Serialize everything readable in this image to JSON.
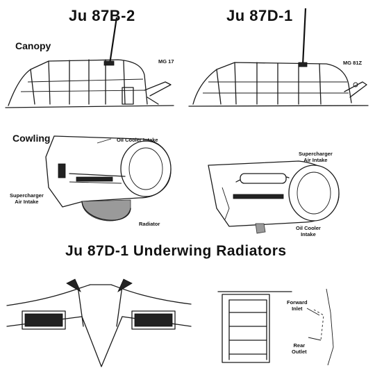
{
  "titles": {
    "b2": "Ju 87B-2",
    "d1": "Ju 87D-1",
    "underwing": "Ju 87D-1 Underwing Radiators"
  },
  "sections": {
    "canopy": "Canopy",
    "cowling": "Cowling"
  },
  "labels": {
    "mg17": "MG 17",
    "mg81z": "MG 81Z",
    "oil_cooler_intake_b2": "Oil Cooler Intake",
    "supercharger_b2_l1": "Supercharger",
    "supercharger_b2_l2": "Air Intake",
    "radiator": "Radiator",
    "supercharger_d1_l1": "Supercharger",
    "supercharger_d1_l2": "Air Intake",
    "oil_cooler_d1_l1": "Oil Cooler",
    "oil_cooler_d1_l2": "Intake",
    "forward_inlet_l1": "Forward",
    "forward_inlet_l2": "Inlet",
    "rear_outlet_l1": "Rear",
    "rear_outlet_l2": "Outlet"
  }
}
